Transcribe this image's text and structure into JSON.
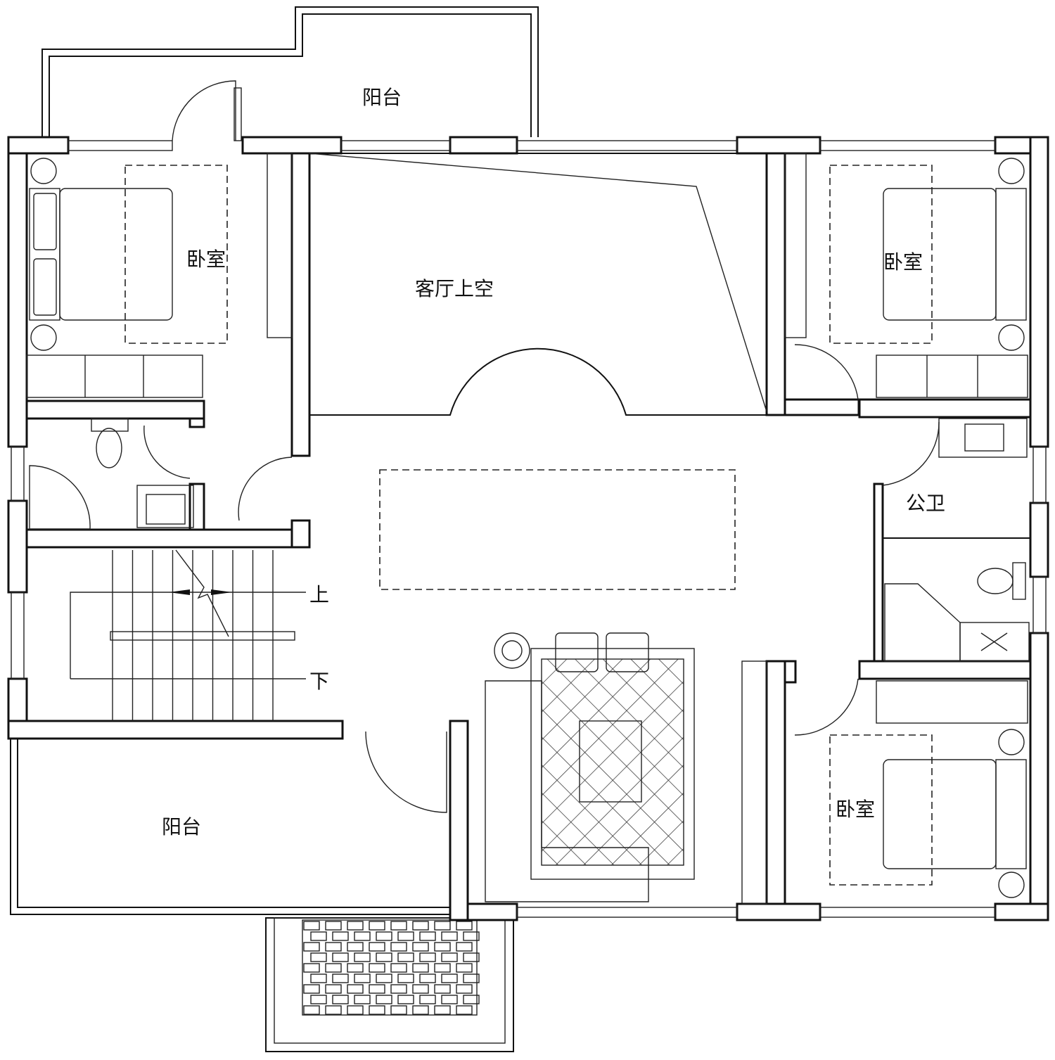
{
  "rooms": {
    "balcony_top": "阳台",
    "bedroom_nw": "卧室",
    "living_void": "客厅上空",
    "bedroom_ne": "卧室",
    "public_bath": "公卫",
    "stair_up": "上",
    "stair_down": "下",
    "balcony_bottom": "阳台",
    "bedroom_se": "卧室"
  },
  "colors": {
    "line": "#111111",
    "background": "#ffffff"
  }
}
